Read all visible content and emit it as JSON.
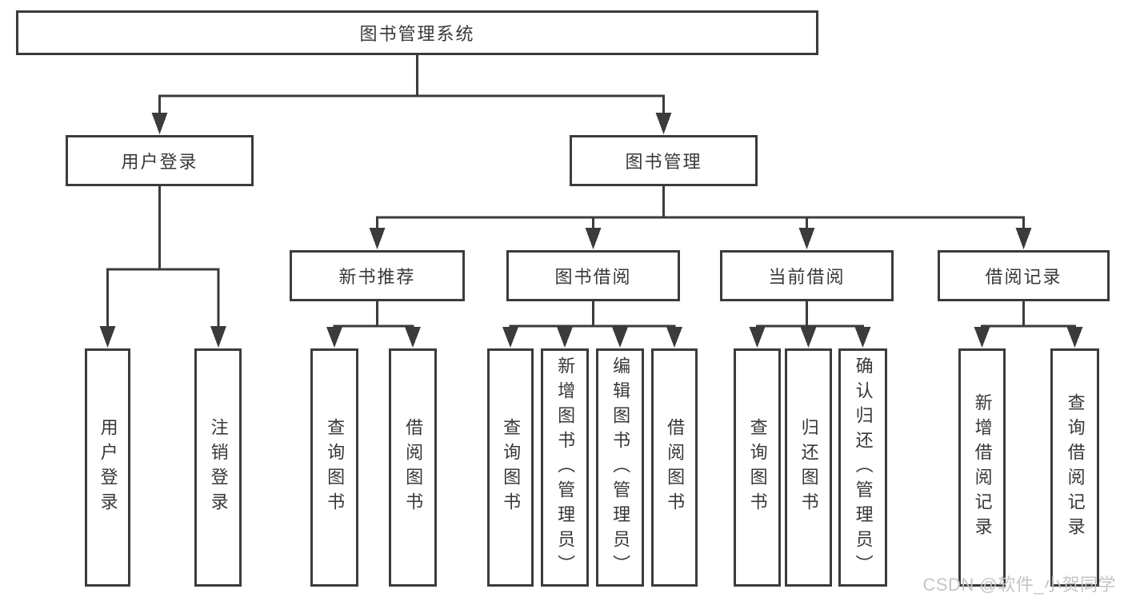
{
  "diagram": {
    "root": {
      "label": "图书管理系统",
      "children": [
        {
          "label": "用户登录",
          "children": [
            {
              "label": "用户登录"
            },
            {
              "label": "注销登录"
            }
          ]
        },
        {
          "label": "图书管理",
          "children": [
            {
              "label": "新书推荐",
              "children": [
                {
                  "label": "查询图书"
                },
                {
                  "label": "借阅图书"
                }
              ]
            },
            {
              "label": "图书借阅",
              "children": [
                {
                  "label": "查询图书"
                },
                {
                  "label": "新增图书（管理员）"
                },
                {
                  "label": "编辑图书（管理员）"
                },
                {
                  "label": "借阅图书"
                }
              ]
            },
            {
              "label": "当前借阅",
              "children": [
                {
                  "label": "查询图书"
                },
                {
                  "label": "归还图书"
                },
                {
                  "label": "确认归还（管理员）"
                }
              ]
            },
            {
              "label": "借阅记录",
              "children": [
                {
                  "label": "新增借阅记录"
                },
                {
                  "label": "查询借阅记录"
                }
              ]
            }
          ]
        }
      ]
    },
    "watermark": "CSDN @软件_小贺同学",
    "colors": {
      "line": "#3b3b3b",
      "text": "#383838",
      "box_fill": "#ffffff",
      "watermark": "#c6c5c5",
      "background": "#ffffff"
    }
  }
}
